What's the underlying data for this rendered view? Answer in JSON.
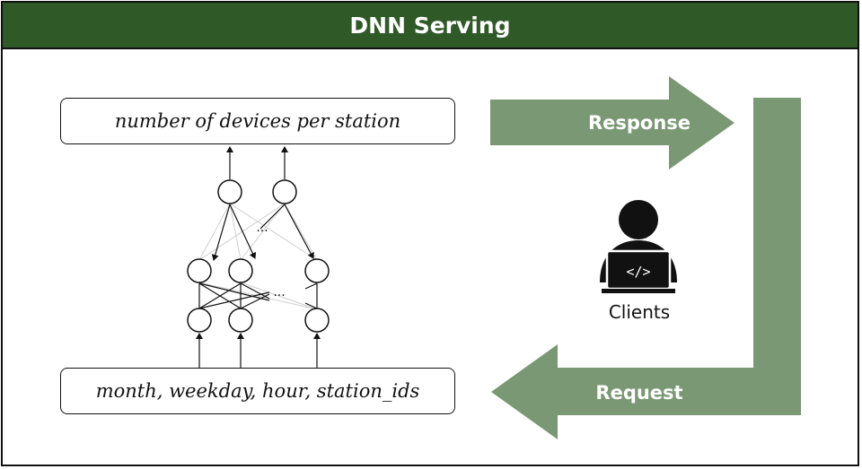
{
  "header": {
    "title": "DNN Serving"
  },
  "model": {
    "output_label": "number of devices per station",
    "input_label": "month, weekday, hour, station_ids",
    "hidden_ellipsis": "···",
    "lower_ellipsis": "···"
  },
  "flow": {
    "response_label": "Response",
    "request_label": "Request",
    "clients_label": "Clients",
    "clients_icon_glyph": "</>"
  },
  "colors": {
    "header_bg": "#2f5a27",
    "arrow_fill": "#7a9873"
  }
}
